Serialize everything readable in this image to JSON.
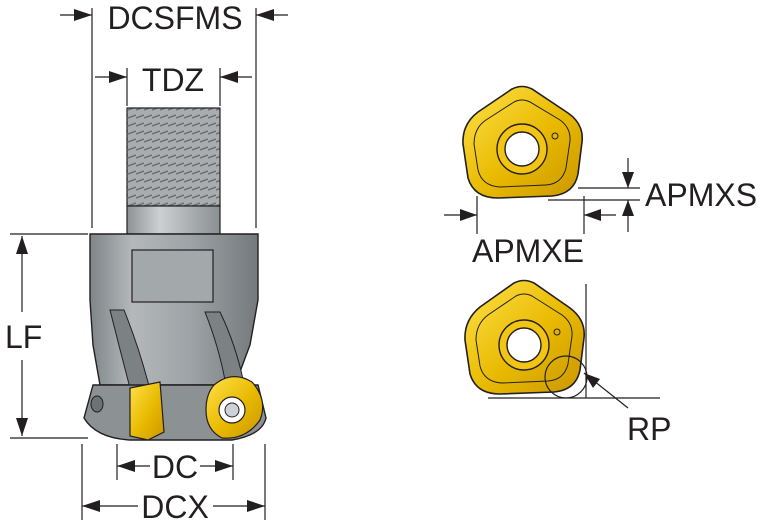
{
  "labels": {
    "dcsfms": "DCSFMS",
    "tdz": "TDZ",
    "lf": "LF",
    "dc": "DC",
    "dcx": "DCX",
    "apmxs": "APMXS",
    "apmxe": "APMXE",
    "rp": "RP"
  },
  "colors": {
    "ink": "#231f20",
    "insert_gold": "#e3b500",
    "insert_light": "#ffe24a",
    "body_grey": "#9ea3a6",
    "shank_grey": "#b9bdbf"
  },
  "icons": {
    "cutter": "milling-cutter-icon",
    "insert": "insert-icon"
  }
}
